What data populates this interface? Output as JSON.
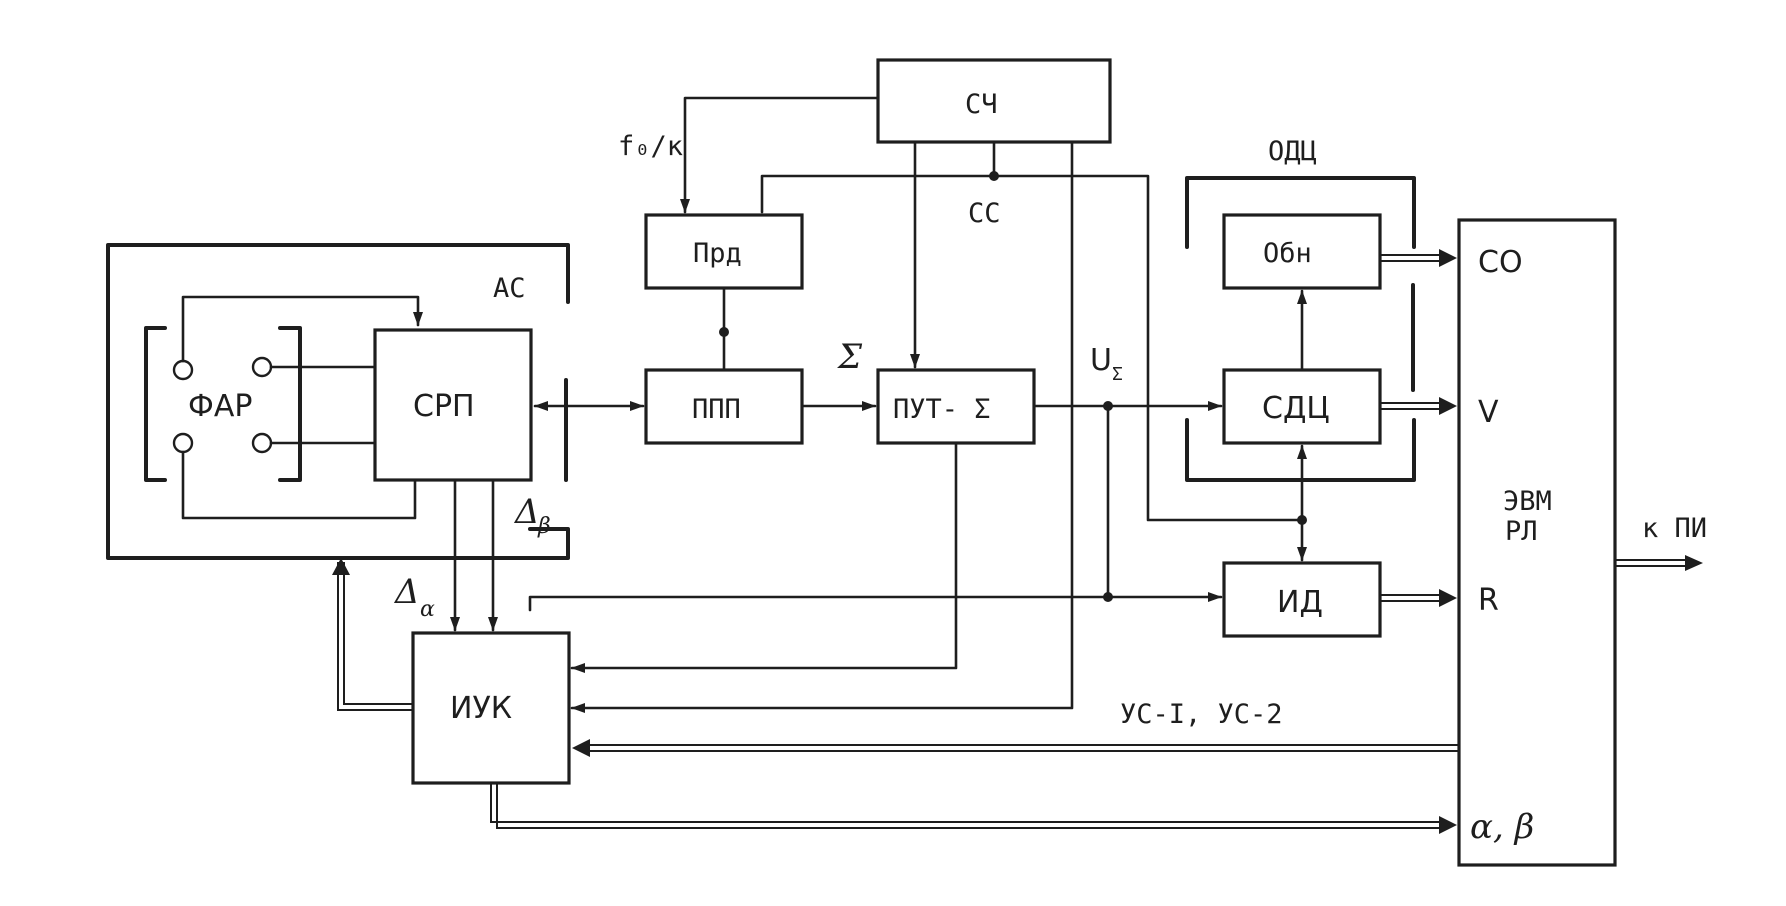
{
  "blocks": {
    "sch": "СЧ",
    "prd": "Прд",
    "ppp": "ППП",
    "put": "ПУТ- Σ",
    "srp": "СРП",
    "far": "ФАР",
    "iuk": "ИУК",
    "obn": "Обн",
    "sdc": "СДЦ",
    "id": "ИД",
    "evm": "ЭВМ",
    "evm_line2": "РЛ"
  },
  "groups": {
    "as": "АС",
    "odc": "ОДЦ"
  },
  "signals": {
    "f0k": "f₀/к",
    "cc": "СС",
    "sigma": "Σ",
    "u_sigma": "U",
    "u_sigma_sub": "Σ",
    "delta_beta": "Δ",
    "delta_beta_sub": "β",
    "delta_alpha": "Δ",
    "delta_alpha_sub": "α",
    "us": "УС-I, УС-2",
    "to_pi": "к ПИ"
  },
  "evm_inputs": {
    "co": "СО",
    "v": "V",
    "r": "R",
    "ab": "α, β"
  }
}
